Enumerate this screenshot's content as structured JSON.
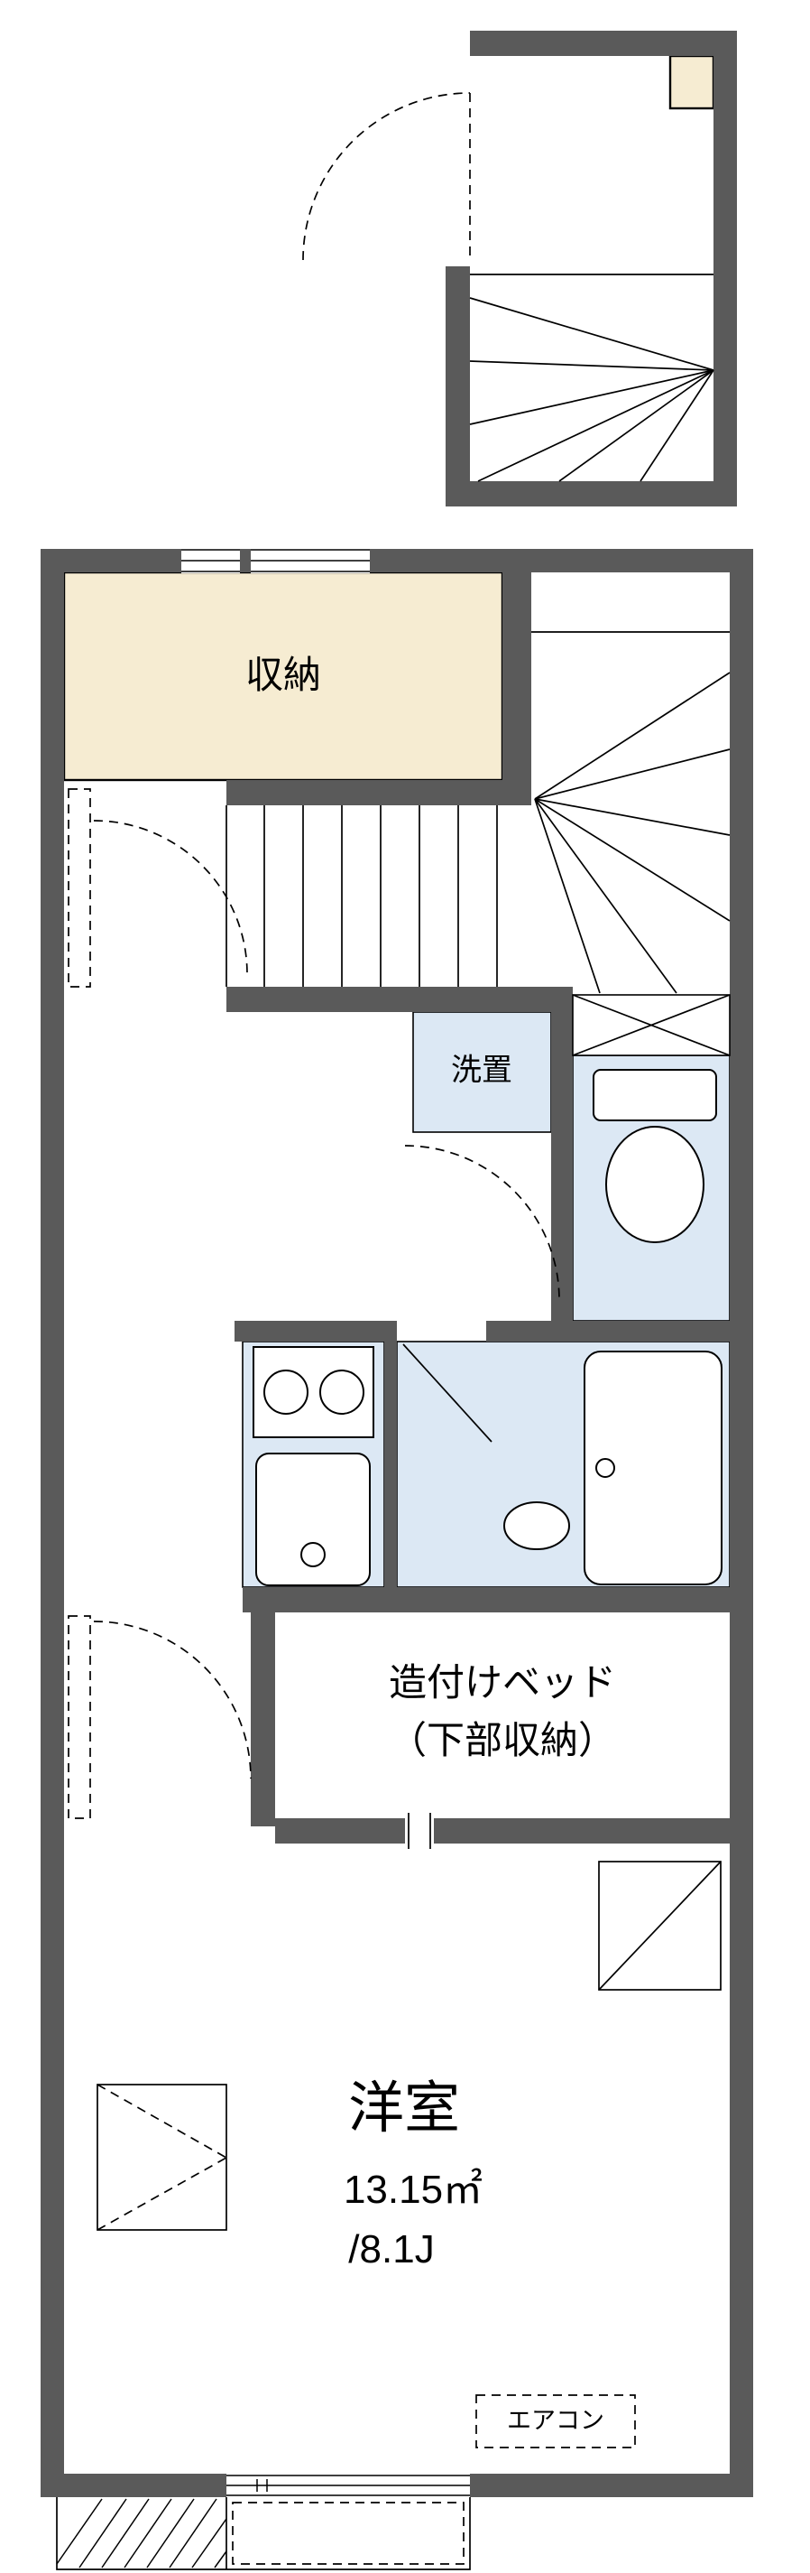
{
  "colors": {
    "wall": "#5a5a5a",
    "wet_area_fill": "#dce8f4",
    "storage_fill": "#f6ecd2",
    "line": "#000000",
    "background": "#ffffff"
  },
  "rooms": {
    "storage": {
      "label": "収納"
    },
    "washer": {
      "label": "洗置"
    },
    "built_in_bed": {
      "label_line1": "造付けベッド",
      "label_line2": "（下部収納）"
    },
    "western_room": {
      "label": "洋室",
      "area_m2": "13.15㎡",
      "area_tatami": "/8.1J"
    },
    "aircon": {
      "label": "エアコン"
    }
  }
}
